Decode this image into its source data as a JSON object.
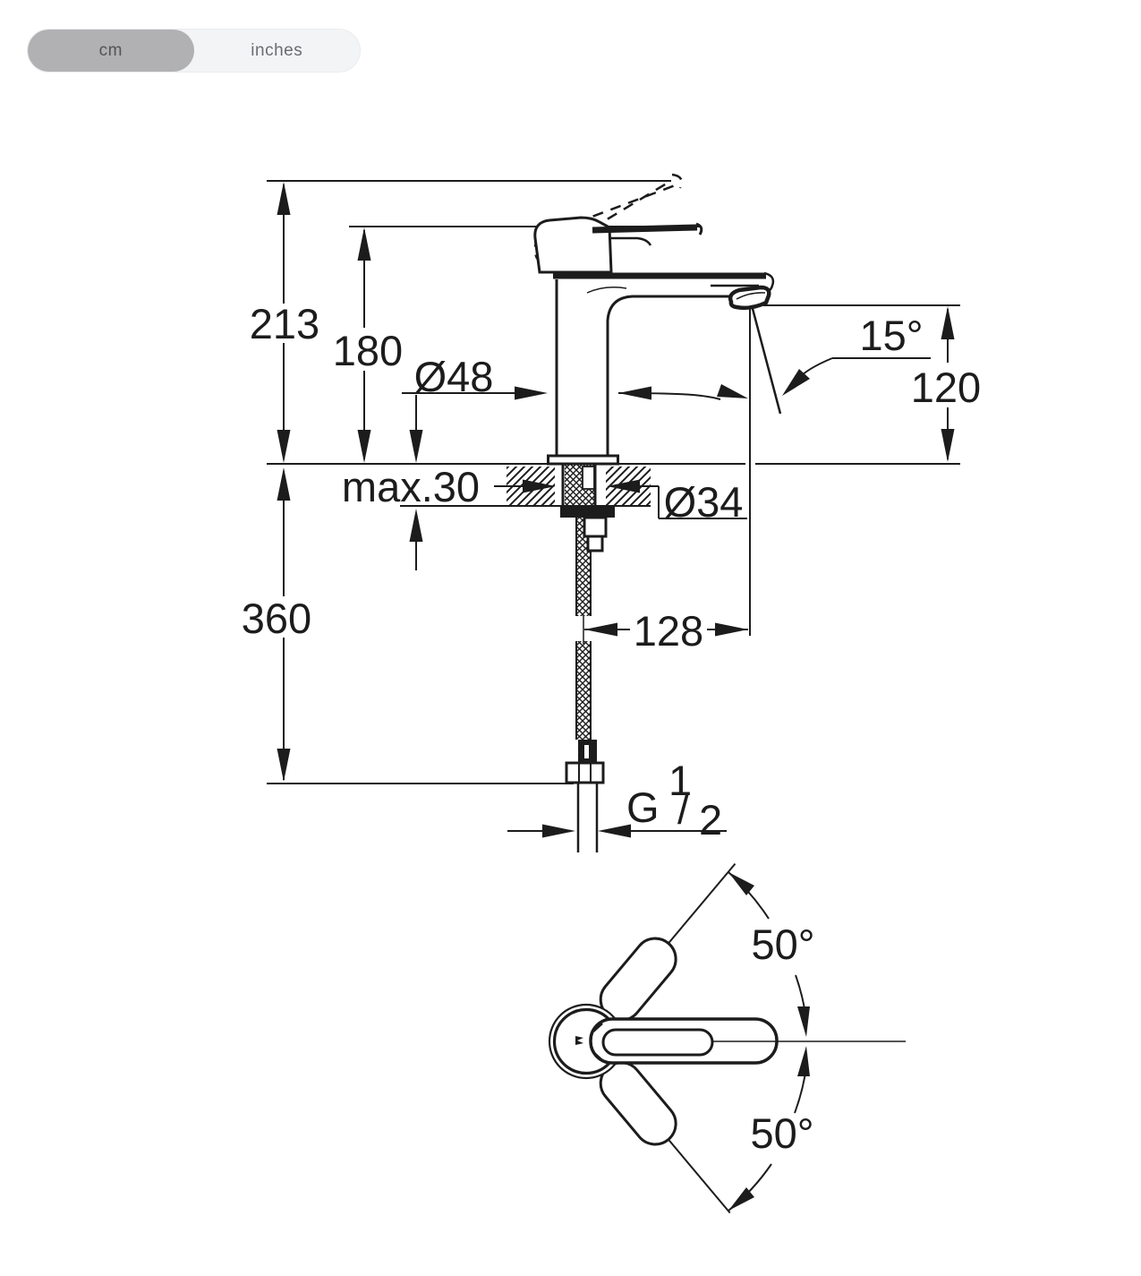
{
  "unit_toggle": {
    "cm": "cm",
    "inches": "inches"
  },
  "colors": {
    "ink": "#1c1c1c",
    "toggle_track": "#f3f4f6",
    "toggle_selected_bg": "#b1b1b3",
    "toggle_selected_text": "#545457",
    "toggle_text": "#6a6c70"
  },
  "drawing": {
    "labels": {
      "overall_height": "213",
      "body_height": "180",
      "body_diameter": "Ø48",
      "spout_angle": "15°",
      "spout_outlet_height": "120",
      "max_counter_thickness": "max.30",
      "mounting_hole_diameter": "Ø34",
      "hose_length_below_deck": "360",
      "spout_reach": "128",
      "thread_letter": "G",
      "thread_numerator": "1",
      "thread_slash": "/",
      "thread_denominator": "2",
      "handle_swing_upper": "50°",
      "handle_swing_lower": "50°"
    }
  }
}
